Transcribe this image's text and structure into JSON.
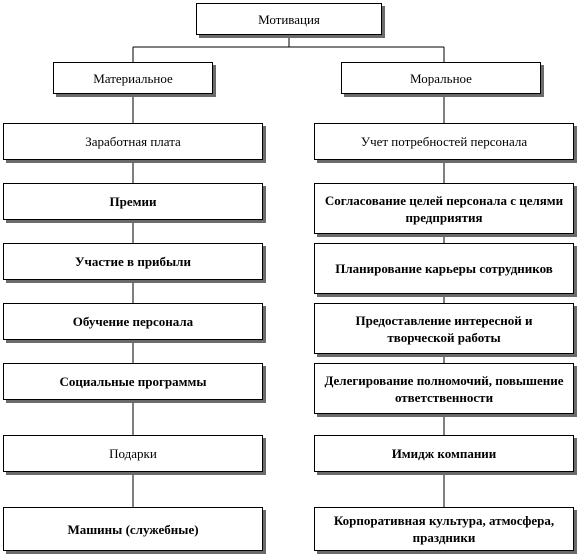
{
  "root": {
    "label": "Мотивация"
  },
  "material": {
    "label": "Материальное",
    "items": [
      "Заработная плата",
      "Премии",
      "Участие в прибыли",
      "Обучение персонала",
      "Социальные программы",
      "Подарки",
      "Машины (служебные)"
    ]
  },
  "moral": {
    "label": "Моральное",
    "items": [
      "Учет потребностей персонала",
      "Согласование целей персонала с целями предприятия",
      "Планирование карьеры сотрудников",
      "Предоставление интересной и творческой работы",
      "Делегирование полномочий, повышение ответственности",
      "Имидж компании",
      "Корпоративная культура, атмосфера, праздники"
    ]
  }
}
